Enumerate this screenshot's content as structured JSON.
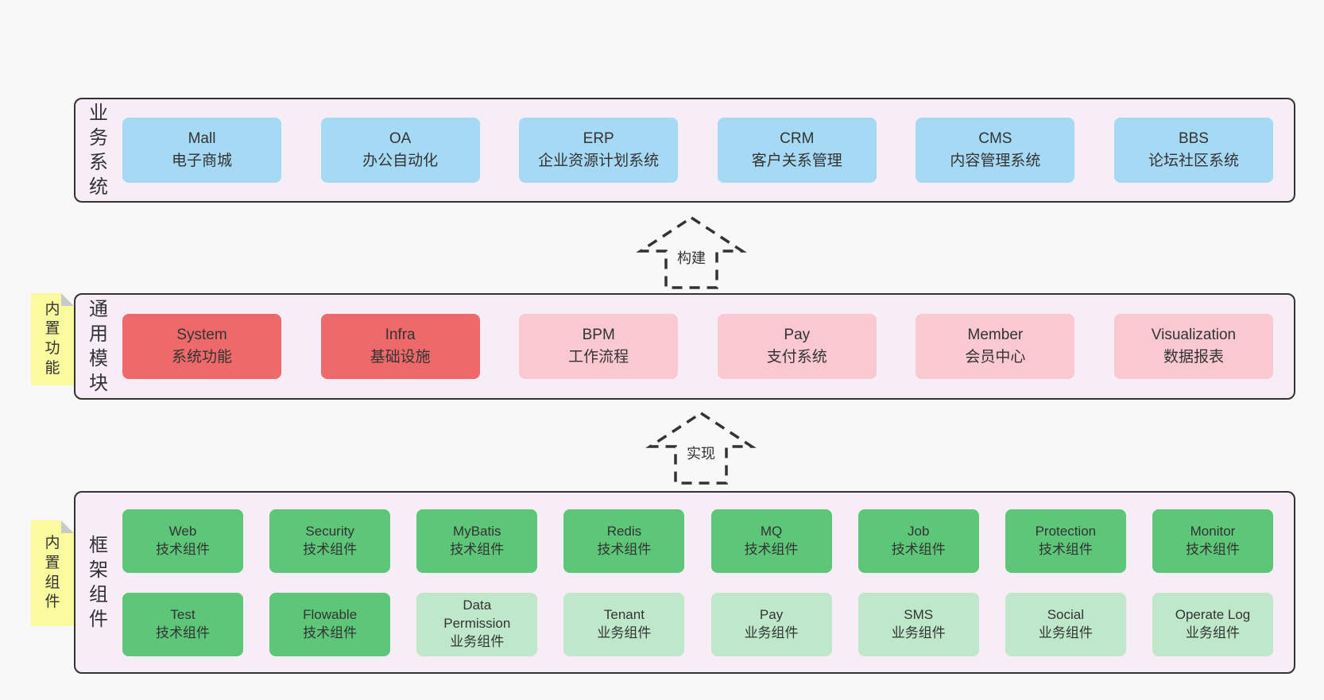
{
  "colors": {
    "blue": "#a6d9f4",
    "red": "#ee6a6a",
    "pink": "#f9c8d1",
    "green": "#5dc679",
    "green_light": "#bee8c9",
    "band_bg": "#f7edf6",
    "band_border": "#333333",
    "note_bg": "#fafa9e",
    "note_fold": "#c9c9c9",
    "page_bg": "#f8f8f8",
    "text": "#333333"
  },
  "arrows": [
    {
      "label": "构建"
    },
    {
      "label": "实现"
    }
  ],
  "notes": [
    {
      "label": "内置功能"
    },
    {
      "label": "内置组件"
    }
  ],
  "bands": [
    {
      "id": "business-systems",
      "label": "业务系统",
      "rows": [
        [
          {
            "title": "Mall",
            "subtitle": "电子商城",
            "type": "blue"
          },
          {
            "title": "OA",
            "subtitle": "办公自动化",
            "type": "blue"
          },
          {
            "title": "ERP",
            "subtitle": "企业资源计划系统",
            "type": "blue"
          },
          {
            "title": "CRM",
            "subtitle": "客户关系管理",
            "type": "blue"
          },
          {
            "title": "CMS",
            "subtitle": "内容管理系统",
            "type": "blue"
          },
          {
            "title": "BBS",
            "subtitle": "论坛社区系统",
            "type": "blue"
          }
        ]
      ]
    },
    {
      "id": "common-modules",
      "label": "通用模块",
      "rows": [
        [
          {
            "title": "System",
            "subtitle": "系统功能",
            "type": "red"
          },
          {
            "title": "Infra",
            "subtitle": "基础设施",
            "type": "red"
          },
          {
            "title": "BPM",
            "subtitle": "工作流程",
            "type": "pink"
          },
          {
            "title": "Pay",
            "subtitle": "支付系统",
            "type": "pink"
          },
          {
            "title": "Member",
            "subtitle": "会员中心",
            "type": "pink"
          },
          {
            "title": "Visualization",
            "subtitle": "数据报表",
            "type": "pink"
          }
        ]
      ]
    },
    {
      "id": "framework-components",
      "label": "框架组件",
      "rows": [
        [
          {
            "title": "Web",
            "subtitle": "技术组件",
            "type": "green"
          },
          {
            "title": "Security",
            "subtitle": "技术组件",
            "type": "green"
          },
          {
            "title": "MyBatis",
            "subtitle": "技术组件",
            "type": "green"
          },
          {
            "title": "Redis",
            "subtitle": "技术组件",
            "type": "green"
          },
          {
            "title": "MQ",
            "subtitle": "技术组件",
            "type": "green"
          },
          {
            "title": "Job",
            "subtitle": "技术组件",
            "type": "green"
          },
          {
            "title": "Protection",
            "subtitle": "技术组件",
            "type": "green"
          },
          {
            "title": "Monitor",
            "subtitle": "技术组件",
            "type": "green"
          }
        ],
        [
          {
            "title": "Test",
            "subtitle": "技术组件",
            "type": "green"
          },
          {
            "title": "Flowable",
            "subtitle": "技术组件",
            "type": "green"
          },
          {
            "title": "Data Permission",
            "subtitle": "业务组件",
            "type": "green_light"
          },
          {
            "title": "Tenant",
            "subtitle": "业务组件",
            "type": "green_light"
          },
          {
            "title": "Pay",
            "subtitle": "业务组件",
            "type": "green_light"
          },
          {
            "title": "SMS",
            "subtitle": "业务组件",
            "type": "green_light"
          },
          {
            "title": "Social",
            "subtitle": "业务组件",
            "type": "green_light"
          },
          {
            "title": "Operate Log",
            "subtitle": "业务组件",
            "type": "green_light"
          }
        ]
      ]
    }
  ]
}
